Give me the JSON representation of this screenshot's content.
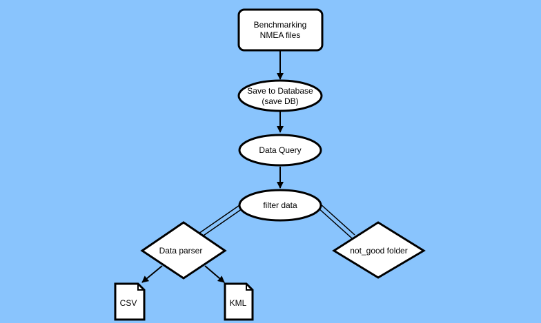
{
  "diagram": {
    "background": "#89c4fd",
    "node_fill": "#ffffff",
    "stroke": "#000000",
    "nodes": {
      "benchmark": {
        "shape": "rounded-rect",
        "lines": [
          "Benchmarking",
          "NMEA files"
        ]
      },
      "save_db": {
        "shape": "ellipse",
        "lines": [
          "Save to Database",
          "(save DB)"
        ]
      },
      "data_query": {
        "shape": "ellipse",
        "lines": [
          "Data Query"
        ]
      },
      "filter_data": {
        "shape": "ellipse",
        "lines": [
          "filter data"
        ]
      },
      "data_parser": {
        "shape": "diamond",
        "lines": [
          "Data parser"
        ]
      },
      "not_good": {
        "shape": "diamond",
        "lines": [
          "not_good folder"
        ]
      },
      "csv": {
        "shape": "document",
        "lines": [
          "CSV"
        ]
      },
      "kml": {
        "shape": "document",
        "lines": [
          "KML"
        ]
      }
    },
    "edges": [
      {
        "from": "benchmark",
        "to": "save_db",
        "style": "arrow"
      },
      {
        "from": "save_db",
        "to": "data_query",
        "style": "arrow"
      },
      {
        "from": "data_query",
        "to": "filter_data",
        "style": "arrow"
      },
      {
        "from": "filter_data",
        "to": "data_parser",
        "style": "double-line"
      },
      {
        "from": "filter_data",
        "to": "not_good",
        "style": "double-line"
      },
      {
        "from": "data_parser",
        "to": "csv",
        "style": "arrow"
      },
      {
        "from": "data_parser",
        "to": "kml",
        "style": "arrow"
      }
    ]
  }
}
